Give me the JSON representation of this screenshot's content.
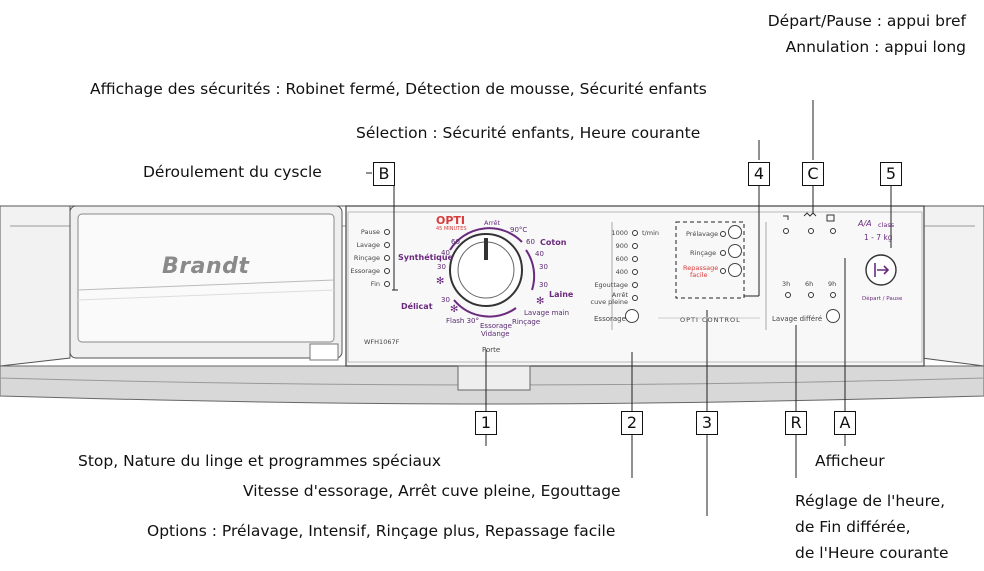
{
  "brand": "Brandt",
  "model_code": "WFH1067F",
  "door_label": "Porte",
  "annotations": {
    "depart_pause": "Départ/Pause :  appui bref",
    "annulation": "Annulation  : appui long",
    "securites": "Affichage des sécurités : Robinet fermé, Détection de mousse, Sécurité enfants",
    "selection": "Sélection  : Sécurité enfants, Heure courante",
    "deroulement": "Déroulement du cyscle",
    "stop": "Stop, Nature du linge et programmes spéciaux",
    "vitesse": "Vitesse d'essorage, Arrêt cuve pleine, Egouttage",
    "options": "Options : Prélavage, Intensif, Rinçage plus, Repassage facile",
    "afficheur": "Afficheur",
    "reglage1": "Réglage de l'heure,",
    "reglage2": "de Fin différée,",
    "reglage3": "de l'Heure courante"
  },
  "callouts": {
    "b": "B",
    "c": "C",
    "four": "4",
    "five": "5",
    "one": "1",
    "two": "2",
    "three": "3",
    "r": "R",
    "a": "A"
  },
  "cycle_leds": [
    "Pause",
    "Lavage",
    "Rinçage",
    "Essorage",
    "Fin"
  ],
  "programs": {
    "opti": "OPTI",
    "opti_sub": "45 MINUTES",
    "arret": "Arrêt",
    "synthetique": "Synthétique",
    "coton": "Coton",
    "laine": "Laine",
    "delicat": "Délicat",
    "flash": "Flash 30°",
    "lavage_main": "Lavage main",
    "rincage": "Rinçage",
    "essorage_vidange": "Essorage",
    "vidange": "Vidange",
    "n90": "90°C",
    "n60a": "60",
    "n40a": "40",
    "n30a": "30",
    "n60b": "60",
    "n40b": "40",
    "n30b": "30",
    "n30c": "30",
    "n30d": "30"
  },
  "spin": {
    "unit": "t/min",
    "speeds": [
      "1000",
      "900",
      "600",
      "400",
      "Egouttage",
      "Arrêt",
      "cuve pleine"
    ],
    "label": "Essorage"
  },
  "options_panel": {
    "prelavage": "Prélavage",
    "rincage": "Rinçage",
    "repassage": "Repassage",
    "facile": "facile",
    "optic": "OPTI  CONTROL"
  },
  "differe": {
    "h3": "3h",
    "h6": "6h",
    "h9": "9h",
    "label": "Lavage différé"
  },
  "energy": {
    "a_label": "A/A",
    "class": "class",
    "capacity": "1 - 7 kg"
  },
  "start": {
    "label": "Départ / Pause"
  },
  "colors": {
    "accent": "#6a2a7e",
    "opti_red": "#d93a3a",
    "panel": "#f4f4f4",
    "line": "#222222"
  }
}
